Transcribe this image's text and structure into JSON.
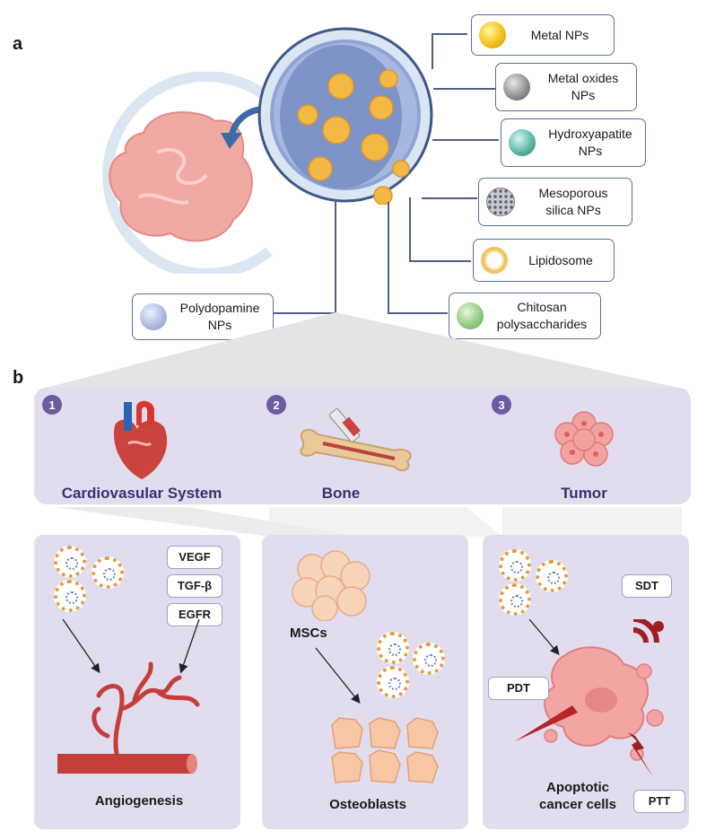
{
  "panel_a": {
    "letter": "a",
    "nanoparticles": [
      {
        "key": "metal",
        "label_lines": [
          "Metal NPs"
        ],
        "color": "#f2c11a"
      },
      {
        "key": "metal-oxides",
        "label_lines": [
          "Metal oxides",
          "NPs"
        ],
        "color": "#8a8a8a"
      },
      {
        "key": "hydroxyapatite",
        "label_lines": [
          "Hydroxyapatite",
          "NPs"
        ],
        "color": "#55b3a4"
      },
      {
        "key": "mesoporous-silica",
        "label_lines": [
          "Mesoporous",
          "silica NPs"
        ],
        "color": "#9c9fa8"
      },
      {
        "key": "lipidosome",
        "label_lines": [
          "Lipidosome"
        ],
        "color": "#f0c45e"
      },
      {
        "key": "chitosan",
        "label_lines": [
          "Chitosan",
          "polysaccharides"
        ],
        "color": "#8ec97c"
      },
      {
        "key": "polydopamine",
        "label_lines": [
          "Polydopamine",
          "NPs"
        ],
        "color": "#a9b6dd"
      }
    ]
  },
  "panel_b": {
    "letter": "b",
    "categories": [
      {
        "number": "1",
        "label": "Cardiovasular System"
      },
      {
        "number": "2",
        "label": "Bone"
      },
      {
        "number": "3",
        "label": "Tumor"
      }
    ],
    "cardio": {
      "factors": [
        "VEGF",
        "TGF-β",
        "EGFR"
      ],
      "caption": "Angiogenesis"
    },
    "bone": {
      "msc_label": "MSCs",
      "caption": "Osteoblasts"
    },
    "tumor": {
      "therapies": {
        "sdt": "SDT",
        "pdt": "PDT",
        "ptt": "PTT"
      },
      "caption_lines": [
        "Apoptotic",
        "cancer cells"
      ]
    }
  },
  "colors": {
    "panel_bg": "#e2dcef",
    "number_badge": "#6c5b9f",
    "category_text": "#3d2f70",
    "connector": "#4e6089"
  }
}
